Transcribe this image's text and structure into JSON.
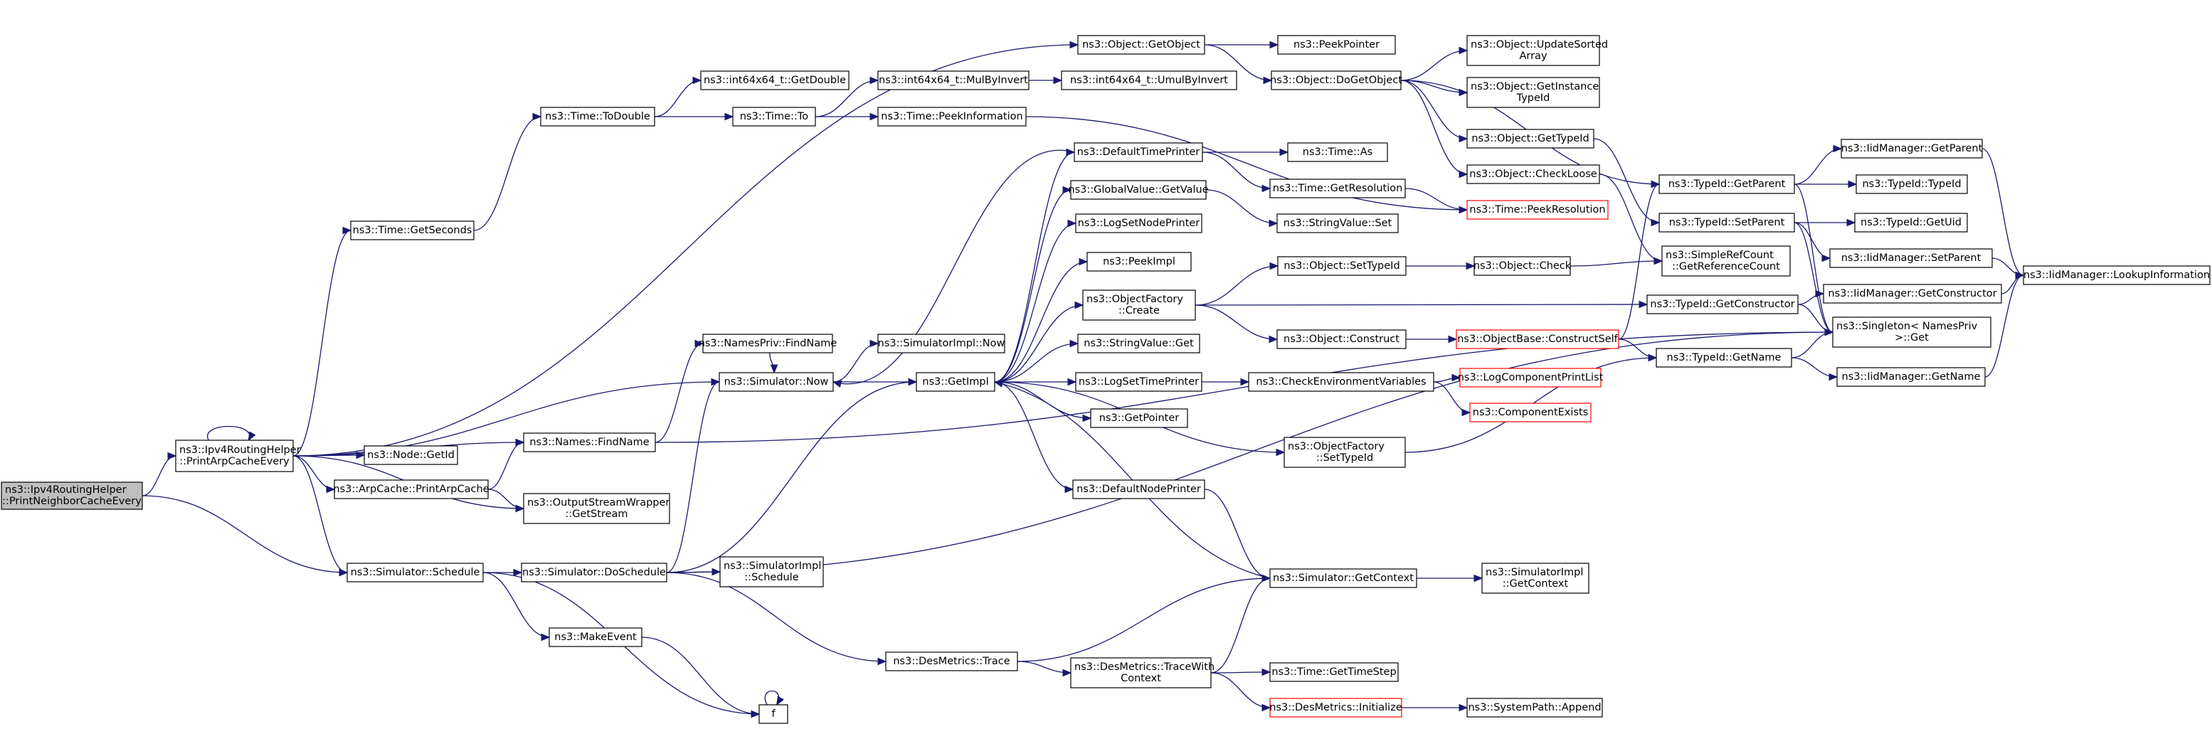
{
  "colors": {
    "node_fill": "#ffffff",
    "root_fill": "#bfbfbf",
    "node_border": "#000000",
    "truncated_border": "#ff0000",
    "edge": "#191970"
  },
  "nodes": [
    {
      "id": "n0",
      "lines": [
        "ns3::Ipv4RoutingHelper",
        "::PrintNeighborCacheEvery"
      ],
      "root": true
    },
    {
      "id": "n1",
      "lines": [
        "ns3::Ipv4RoutingHelper",
        "::PrintArpCacheEvery"
      ]
    },
    {
      "id": "n2",
      "lines": [
        "ns3::Simulator::Schedule"
      ]
    },
    {
      "id": "n3",
      "lines": [
        "ns3::Time::GetSeconds"
      ]
    },
    {
      "id": "n4",
      "lines": [
        "ns3::Node::GetId"
      ]
    },
    {
      "id": "n5",
      "lines": [
        "ns3::ArpCache::PrintArpCache"
      ]
    },
    {
      "id": "n6",
      "lines": [
        "ns3::Names::FindName"
      ]
    },
    {
      "id": "n7",
      "lines": [
        "ns3::OutputStreamWrapper",
        "::GetStream"
      ]
    },
    {
      "id": "n8",
      "lines": [
        "ns3::Time::ToDouble"
      ]
    },
    {
      "id": "n9",
      "lines": [
        "ns3::int64x64_t::GetDouble"
      ]
    },
    {
      "id": "n10",
      "lines": [
        "ns3::Time::To"
      ]
    },
    {
      "id": "n11",
      "lines": [
        "ns3::int64x64_t::MulByInvert"
      ]
    },
    {
      "id": "n12",
      "lines": [
        "ns3::int64x64_t::UmulByInvert"
      ]
    },
    {
      "id": "n13",
      "lines": [
        "ns3::Time::PeekInformation"
      ]
    },
    {
      "id": "n14",
      "lines": [
        "ns3::Object::GetObject"
      ]
    },
    {
      "id": "n15",
      "lines": [
        "ns3::PeekPointer"
      ]
    },
    {
      "id": "n16",
      "lines": [
        "ns3::Object::DoGetObject"
      ]
    },
    {
      "id": "n17",
      "lines": [
        "ns3::Object::UpdateSorted",
        "Array"
      ]
    },
    {
      "id": "n18",
      "lines": [
        "ns3::Object::GetInstance",
        "TypeId"
      ]
    },
    {
      "id": "n19",
      "lines": [
        "ns3::Object::GetTypeId"
      ]
    },
    {
      "id": "n20",
      "lines": [
        "ns3::Object::CheckLoose"
      ]
    },
    {
      "id": "n21",
      "lines": [
        "ns3::Time::PeekResolution"
      ],
      "truncated": true
    },
    {
      "id": "n22",
      "lines": [
        "ns3::TypeId::GetParent"
      ]
    },
    {
      "id": "n23",
      "lines": [
        "ns3::TypeId::SetParent"
      ]
    },
    {
      "id": "n24",
      "lines": [
        "ns3::SimpleRefCount",
        "::GetReferenceCount"
      ]
    },
    {
      "id": "n25",
      "lines": [
        "ns3::IidManager::GetParent"
      ]
    },
    {
      "id": "n26",
      "lines": [
        "ns3::TypeId::TypeId"
      ]
    },
    {
      "id": "n27",
      "lines": [
        "ns3::TypeId::GetUid"
      ]
    },
    {
      "id": "n28",
      "lines": [
        "ns3::IidManager::SetParent"
      ]
    },
    {
      "id": "n29",
      "lines": [
        "ns3::IidManager::LookupInformation"
      ]
    },
    {
      "id": "n30",
      "lines": [
        "ns3::Singleton< NamesPriv",
        ">::Get"
      ]
    },
    {
      "id": "n31",
      "lines": [
        "ns3::IidManager::GetConstructor"
      ]
    },
    {
      "id": "n32",
      "lines": [
        "ns3::IidManager::GetName"
      ]
    },
    {
      "id": "n33",
      "lines": [
        "ns3::TypeId::GetConstructor"
      ]
    },
    {
      "id": "n34",
      "lines": [
        "ns3::TypeId::GetName"
      ]
    },
    {
      "id": "n35",
      "lines": [
        "ns3::NamesPriv::FindName"
      ]
    },
    {
      "id": "n36",
      "lines": [
        "ns3::Simulator::Now"
      ]
    },
    {
      "id": "n37",
      "lines": [
        "ns3::SimulatorImpl::Now"
      ]
    },
    {
      "id": "n38",
      "lines": [
        "ns3::GetImpl"
      ]
    },
    {
      "id": "n39",
      "lines": [
        "ns3::DefaultTimePrinter"
      ]
    },
    {
      "id": "n40",
      "lines": [
        "ns3::GlobalValue::GetValue"
      ]
    },
    {
      "id": "n41",
      "lines": [
        "ns3::LogSetNodePrinter"
      ]
    },
    {
      "id": "n42",
      "lines": [
        "ns3::PeekImpl"
      ]
    },
    {
      "id": "n43",
      "lines": [
        "ns3::ObjectFactory",
        "::Create"
      ]
    },
    {
      "id": "n44",
      "lines": [
        "ns3::StringValue::Get"
      ]
    },
    {
      "id": "n45",
      "lines": [
        "ns3::LogSetTimePrinter"
      ]
    },
    {
      "id": "n46",
      "lines": [
        "ns3::GetPointer"
      ]
    },
    {
      "id": "n47",
      "lines": [
        "ns3::DefaultNodePrinter"
      ]
    },
    {
      "id": "n48",
      "lines": [
        "ns3::Time::As"
      ]
    },
    {
      "id": "n49",
      "lines": [
        "ns3::Time::GetResolution"
      ]
    },
    {
      "id": "n50",
      "lines": [
        "ns3::StringValue::Set"
      ]
    },
    {
      "id": "n51",
      "lines": [
        "ns3::Object::SetTypeId"
      ]
    },
    {
      "id": "n52",
      "lines": [
        "ns3::Object::Check"
      ]
    },
    {
      "id": "n53",
      "lines": [
        "ns3::Object::Construct"
      ]
    },
    {
      "id": "n54",
      "lines": [
        "ns3::ObjectBase::ConstructSelf"
      ],
      "truncated": true
    },
    {
      "id": "n55",
      "lines": [
        "ns3::CheckEnvironmentVariables"
      ]
    },
    {
      "id": "n56",
      "lines": [
        "ns3::LogComponentPrintList"
      ],
      "truncated": true
    },
    {
      "id": "n57",
      "lines": [
        "ns3::ComponentExists"
      ],
      "truncated": true
    },
    {
      "id": "n58",
      "lines": [
        "ns3::ObjectFactory",
        "::SetTypeId"
      ]
    },
    {
      "id": "n59",
      "lines": [
        "ns3::Simulator::GetContext"
      ]
    },
    {
      "id": "n60",
      "lines": [
        "ns3::SimulatorImpl",
        "::GetContext"
      ]
    },
    {
      "id": "n61",
      "lines": [
        "ns3::Simulator::DoSchedule"
      ]
    },
    {
      "id": "n62",
      "lines": [
        "ns3::SimulatorImpl",
        "::Schedule"
      ]
    },
    {
      "id": "n63",
      "lines": [
        "ns3::MakeEvent"
      ]
    },
    {
      "id": "n64",
      "lines": [
        "f"
      ]
    },
    {
      "id": "n65",
      "lines": [
        "ns3::DesMetrics::Trace"
      ]
    },
    {
      "id": "n66",
      "lines": [
        "ns3::DesMetrics::TraceWith",
        "Context"
      ]
    },
    {
      "id": "n67",
      "lines": [
        "ns3::Time::GetTimeStep"
      ]
    },
    {
      "id": "n68",
      "lines": [
        "ns3::DesMetrics::Initialize"
      ],
      "truncated": true
    },
    {
      "id": "n69",
      "lines": [
        "ns3::SystemPath::Append"
      ]
    }
  ],
  "edges": [
    [
      "n0",
      "n1"
    ],
    [
      "n0",
      "n2"
    ],
    [
      "n1",
      "n1"
    ],
    [
      "n1",
      "n14"
    ],
    [
      "n1",
      "n3"
    ],
    [
      "n1",
      "n4"
    ],
    [
      "n1",
      "n5"
    ],
    [
      "n1",
      "n6"
    ],
    [
      "n1",
      "n7"
    ],
    [
      "n1",
      "n36"
    ],
    [
      "n1",
      "n2"
    ],
    [
      "n3",
      "n8"
    ],
    [
      "n8",
      "n9"
    ],
    [
      "n8",
      "n10"
    ],
    [
      "n10",
      "n11"
    ],
    [
      "n10",
      "n13"
    ],
    [
      "n11",
      "n12"
    ],
    [
      "n13",
      "n21"
    ],
    [
      "n14",
      "n15"
    ],
    [
      "n14",
      "n16"
    ],
    [
      "n16",
      "n17"
    ],
    [
      "n16",
      "n18"
    ],
    [
      "n16",
      "n19"
    ],
    [
      "n16",
      "n20"
    ],
    [
      "n16",
      "n22"
    ],
    [
      "n19",
      "n23"
    ],
    [
      "n20",
      "n24"
    ],
    [
      "n22",
      "n25"
    ],
    [
      "n22",
      "n26"
    ],
    [
      "n22",
      "n30"
    ],
    [
      "n23",
      "n27"
    ],
    [
      "n23",
      "n28"
    ],
    [
      "n23",
      "n30"
    ],
    [
      "n25",
      "n29"
    ],
    [
      "n28",
      "n29"
    ],
    [
      "n31",
      "n29"
    ],
    [
      "n32",
      "n29"
    ],
    [
      "n33",
      "n31"
    ],
    [
      "n33",
      "n30"
    ],
    [
      "n34",
      "n32"
    ],
    [
      "n34",
      "n30"
    ],
    [
      "n5",
      "n6"
    ],
    [
      "n5",
      "n7"
    ],
    [
      "n6",
      "n35"
    ],
    [
      "n6",
      "n30"
    ],
    [
      "n35",
      "n36"
    ],
    [
      "n36",
      "n37"
    ],
    [
      "n36",
      "n38"
    ],
    [
      "n38",
      "n39"
    ],
    [
      "n38",
      "n40"
    ],
    [
      "n38",
      "n41"
    ],
    [
      "n38",
      "n42"
    ],
    [
      "n38",
      "n43"
    ],
    [
      "n38",
      "n44"
    ],
    [
      "n38",
      "n45"
    ],
    [
      "n38",
      "n46"
    ],
    [
      "n38",
      "n58"
    ],
    [
      "n38",
      "n47"
    ],
    [
      "n39",
      "n36"
    ],
    [
      "n39",
      "n48"
    ],
    [
      "n39",
      "n49"
    ],
    [
      "n49",
      "n21"
    ],
    [
      "n40",
      "n50"
    ],
    [
      "n43",
      "n51"
    ],
    [
      "n43",
      "n53"
    ],
    [
      "n43",
      "n33"
    ],
    [
      "n51",
      "n52"
    ],
    [
      "n52",
      "n24"
    ],
    [
      "n53",
      "n54"
    ],
    [
      "n54",
      "n22"
    ],
    [
      "n54",
      "n34"
    ],
    [
      "n45",
      "n55"
    ],
    [
      "n55",
      "n56"
    ],
    [
      "n55",
      "n57"
    ],
    [
      "n58",
      "n34"
    ],
    [
      "n47",
      "n59"
    ],
    [
      "n59",
      "n38"
    ],
    [
      "n59",
      "n60"
    ],
    [
      "n2",
      "n61"
    ],
    [
      "n2",
      "n63"
    ],
    [
      "n2",
      "n64"
    ],
    [
      "n61",
      "n36"
    ],
    [
      "n61",
      "n38"
    ],
    [
      "n61",
      "n62"
    ],
    [
      "n61",
      "n65"
    ],
    [
      "n61",
      "n30"
    ],
    [
      "n63",
      "n64"
    ],
    [
      "n64",
      "n64"
    ],
    [
      "n65",
      "n59"
    ],
    [
      "n65",
      "n66"
    ],
    [
      "n66",
      "n59"
    ],
    [
      "n66",
      "n67"
    ],
    [
      "n66",
      "n68"
    ],
    [
      "n68",
      "n69"
    ]
  ]
}
